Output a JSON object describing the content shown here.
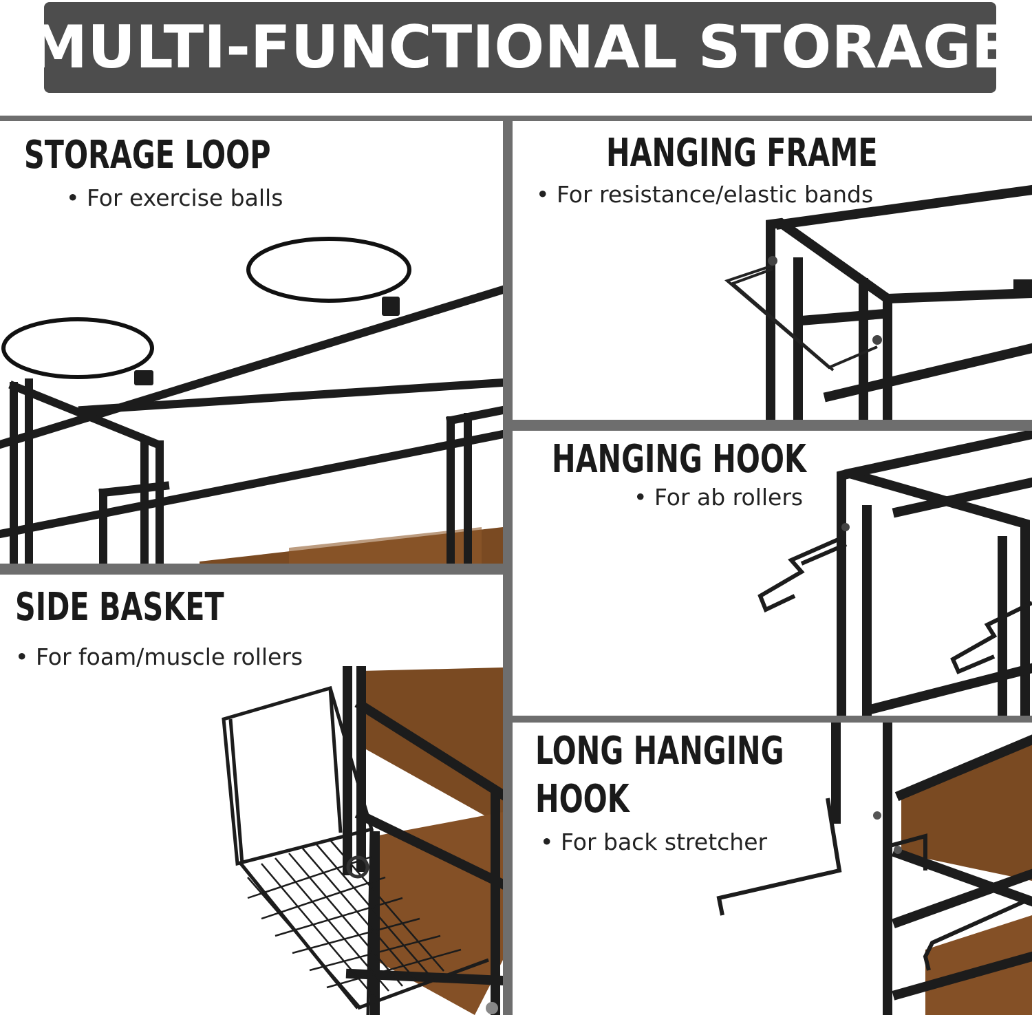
{
  "header": {
    "title": "MULTI-FUNCTIONAL STORAGE"
  },
  "panels": {
    "storage_loop": {
      "title": "STORAGE LOOP",
      "subtitle": "• For exercise balls"
    },
    "hanging_frame": {
      "title": "HANGING FRAME",
      "subtitle": "• For resistance/elastic bands"
    },
    "hanging_hook": {
      "title": "HANGING HOOK",
      "subtitle": "• For ab rollers"
    },
    "side_basket": {
      "title": "SIDE BASKET",
      "subtitle": "• For foam/muscle rollers"
    },
    "long_hanging_hook": {
      "title_line1": "LONG HANGING",
      "title_line2": "HOOK",
      "subtitle": "• For back stretcher"
    }
  },
  "colors": {
    "banner": "#4d4d4d",
    "divider": "#6e6e6e",
    "metal": "#1c1c1c",
    "wood": "#7a4a22"
  }
}
